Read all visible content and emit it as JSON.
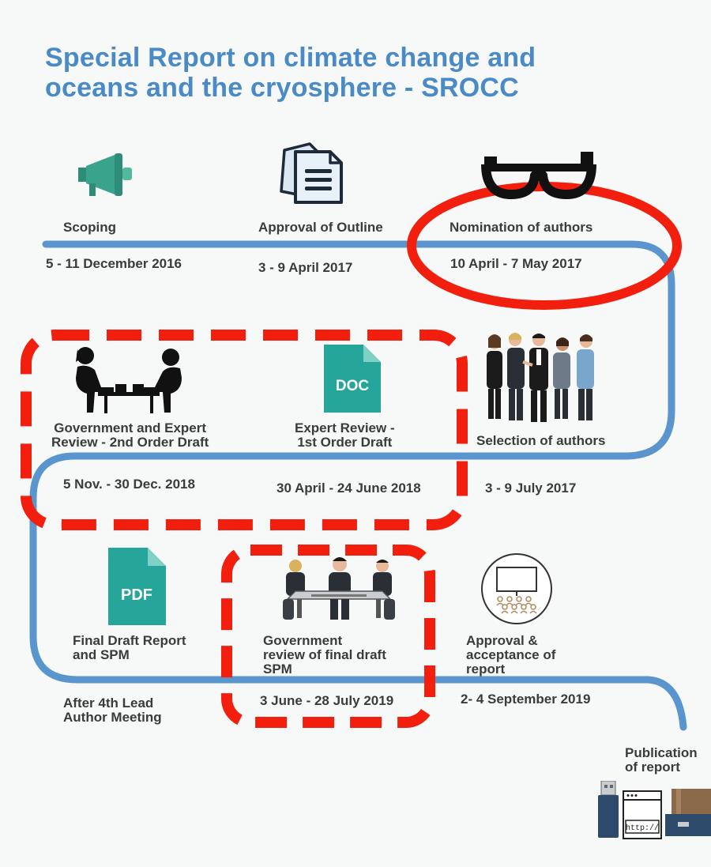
{
  "title_line1": "Special Report on climate change and",
  "title_line2": "oceans and the cryosphere - SROCC",
  "colors": {
    "title": "#4a8ac6",
    "path": "#5b95cd",
    "highlight": "#f21f0f",
    "doc_icon": "#26a69a",
    "megaphone": "#3aa38c",
    "text": "#3b3b3b"
  },
  "stages": [
    {
      "label": "Scoping",
      "date": "5 - 11 December 2016",
      "icon": "megaphone-icon"
    },
    {
      "label": "Approval of Outline",
      "date": "3 - 9 April 2017",
      "icon": "documents-icon"
    },
    {
      "label": "Nomination of authors",
      "date": "10 April - 7 May 2017",
      "icon": "glasses-icon"
    },
    {
      "label": "Selection of authors",
      "date": "3 - 9 July 2017",
      "icon": "people-group-icon"
    },
    {
      "label_line1": "Expert Review -",
      "label_line2": "1st Order Draft",
      "date": "30 April - 24 June 2018",
      "icon": "doc-file-icon",
      "icon_text": "DOC"
    },
    {
      "label_line1": "Government and Expert",
      "label_line2": "Review - 2nd Order Draft",
      "date": "5 Nov. - 30 Dec. 2018",
      "icon": "meeting-desk-icon"
    },
    {
      "label_line1": "Final Draft Report",
      "label_line2": "and SPM",
      "date_line1": "After 4th Lead",
      "date_line2": "Author Meeting",
      "icon": "pdf-file-icon",
      "icon_text": "PDF"
    },
    {
      "label_line1": "Government",
      "label_line2": "review of final draft",
      "label_line3": "SPM",
      "date": "3 June - 28 July 2019",
      "icon": "conference-table-icon"
    },
    {
      "label_line1": "Approval &",
      "label_line2": "acceptance of",
      "label_line3": "report",
      "date": "2- 4 September 2019",
      "icon": "presentation-audience-icon"
    },
    {
      "label_line1": "Publication",
      "label_line2": "of report",
      "icon": "publication-media-icon",
      "http_text": "http://"
    }
  ]
}
